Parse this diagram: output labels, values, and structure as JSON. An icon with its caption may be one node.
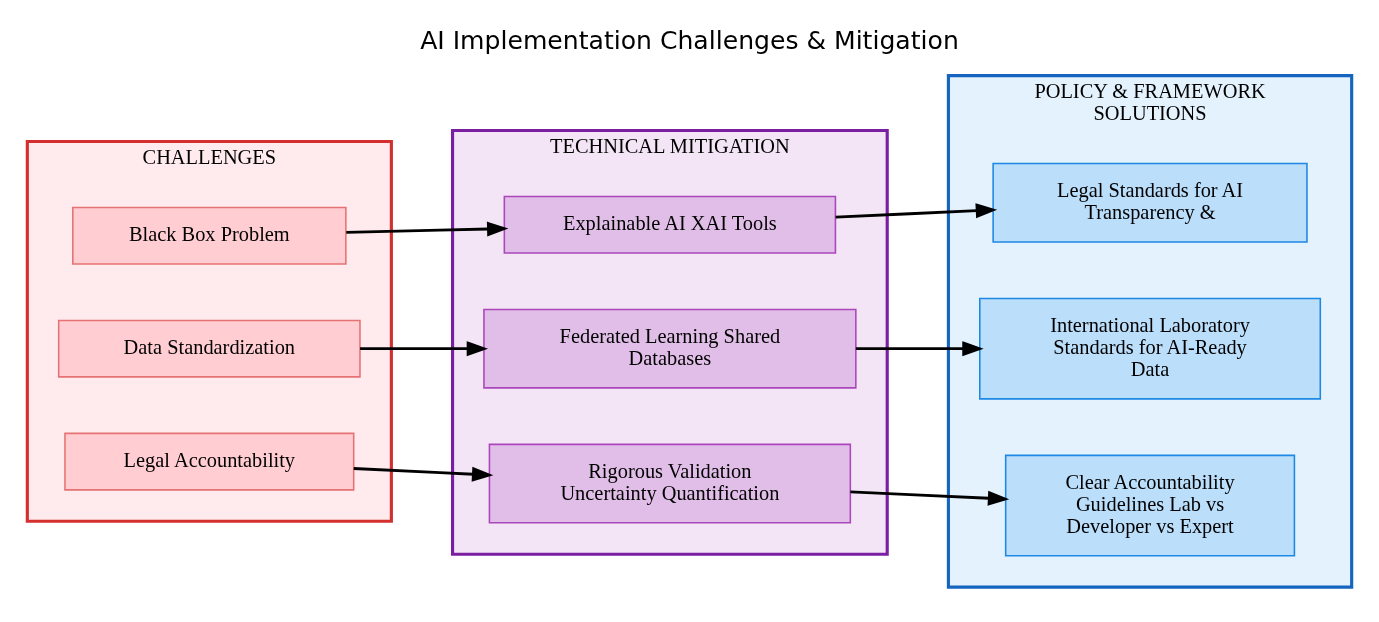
{
  "diagram": {
    "title": "AI Implementation Challenges & Mitigation",
    "nodes": [
      {
        "text": [
          "CHALLENGES"
        ]
      },
      {
        "text": [
          "Black Box Problem"
        ],
        "in": 0
      },
      {
        "text": [
          "Data Standardization"
        ],
        "in": 0
      },
      {
        "text": [
          "Legal Accountability"
        ],
        "in": 0
      },
      {
        "text": [
          "TECHNICAL MITIGATION"
        ]
      },
      {
        "text": [
          "Explainable AI XAI Tools"
        ],
        "in": 4
      },
      {
        "text": [
          "Federated Learning Shared Databases"
        ],
        "in": 4
      },
      {
        "text": [
          "Rigorous Validation Uncertainty Quantification"
        ],
        "in": 4
      },
      {
        "text": [
          "POLICY & FRAMEWORK SOLUTIONS"
        ]
      },
      {
        "text": [
          "Legal Standards for AI Transparency &"
        ],
        "in": 8
      },
      {
        "text": [
          "International Laboratory Standards for AI-Ready Data"
        ],
        "in": 8
      },
      {
        "text": [
          "Clear Accountability Guidelines Lab vs Developer vs Expert"
        ],
        "in": 8
      }
    ],
    "edges": [
      {
        "from": 1,
        "to": 5,
        "arrow": "to"
      },
      {
        "from": 5,
        "to": 9,
        "arrow": "to"
      },
      {
        "from": 2,
        "to": 6,
        "arrow": "to"
      },
      {
        "from": 6,
        "to": 10,
        "arrow": "to"
      },
      {
        "from": 3,
        "to": 7,
        "arrow": "to"
      },
      {
        "from": 7,
        "to": 11,
        "arrow": "to"
      }
    ]
  }
}
